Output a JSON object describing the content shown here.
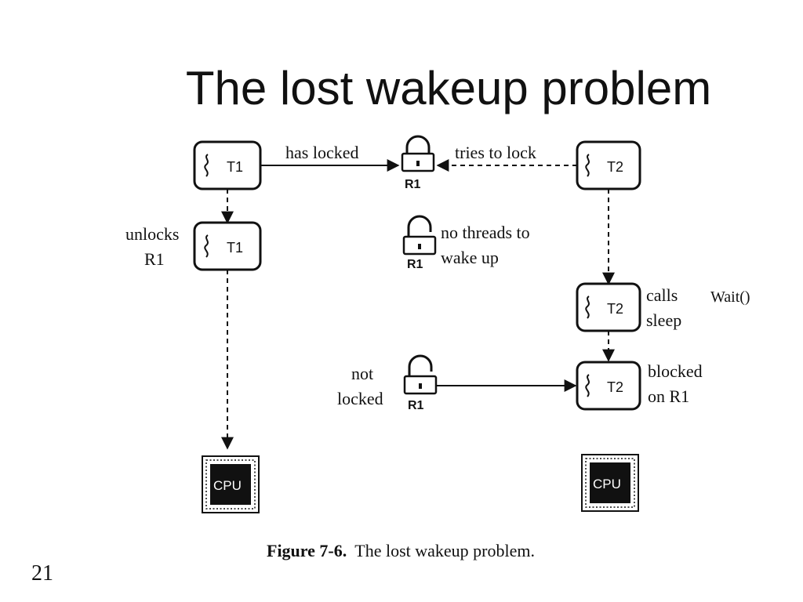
{
  "slide": {
    "title": "The lost wakeup problem",
    "page_number": "21",
    "side_note": "Wait()"
  },
  "diagram": {
    "threads": {
      "t1_top": "T1",
      "t1_mid": "T1",
      "t2_top": "T2",
      "t2_sleep": "T2",
      "t2_blocked": "T2"
    },
    "locks": {
      "top": "R1",
      "mid": "R1",
      "bottom": "R1"
    },
    "labels": {
      "has_locked": "has locked",
      "tries_to_lock": "tries to lock",
      "unlocks_line1": "unlocks",
      "unlocks_line2": "R1",
      "no_threads_line1": "no threads to",
      "no_threads_line2": "wake up",
      "calls_line1": "calls",
      "calls_line2": "sleep",
      "not_locked_line1": "not",
      "not_locked_line2": "locked",
      "blocked_line1": "blocked",
      "blocked_line2": "on R1"
    },
    "cpus": {
      "left": "CPU",
      "right": "CPU"
    },
    "caption": {
      "prefix": "Figure 7-6.",
      "text": "The lost wakeup problem."
    }
  },
  "colors": {
    "ink": "#111111",
    "background": "#ffffff",
    "cpu_fill": "#111111",
    "cpu_text": "#ffffff"
  }
}
